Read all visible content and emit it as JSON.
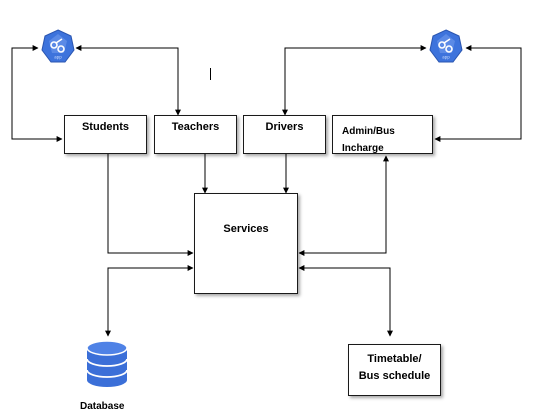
{
  "diagram": {
    "nodes": {
      "students": "Students",
      "teachers": "Teachers",
      "drivers": "Drivers",
      "admin": "Admin/Bus\nIncharge",
      "services": "Services",
      "timetable": "Timetable/\nBus schedule",
      "database": "Database"
    },
    "icons": {
      "left_app": "kubernetes-app-icon",
      "right_app": "kubernetes-app-icon",
      "app_icon_tag": "app",
      "database": "database-cylinder-icon"
    },
    "colors": {
      "line": "#000000",
      "app_icon_fill": "#3d73dc",
      "app_icon_light": "#8fb3f2",
      "database_fill": "#3b6fd8"
    }
  }
}
